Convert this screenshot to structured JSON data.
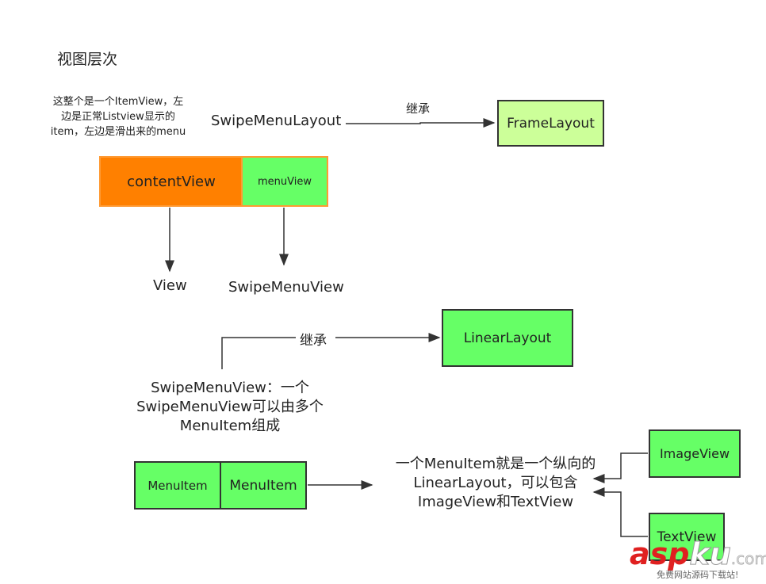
{
  "title": "视图层次",
  "note": [
    "这整个是一个ItemView，左",
    "边是正常Listview显示的",
    "item，左边是滑出来的menu"
  ],
  "swipe_menu_layout": "SwipeMenuLayout",
  "inherit_label_1": "继承",
  "frame_layout": "FrameLayout",
  "content_view": "contentView",
  "menu_view": "menuView",
  "view_label": "View",
  "swipe_menu_view": "SwipeMenuView",
  "inherit_label_2": "继承",
  "linear_layout": "LinearLayout",
  "swipe_desc": [
    "SwipeMenuView：一个",
    "SwipeMenuView可以由多个",
    "MenuItem组成"
  ],
  "menu_item_1": "MenuItem",
  "menu_item_2": "MenuItem",
  "menu_item_desc": [
    "一个MenuItem就是一个纵向的",
    "LinearLayout，可以包含",
    "ImageView和TextView"
  ],
  "image_view": "ImageView",
  "text_view": "TextView",
  "watermark": {
    "brand_a": "asp",
    "brand_b": "ku",
    "domain": ".com",
    "sub": "免费网站源码下载站!"
  }
}
